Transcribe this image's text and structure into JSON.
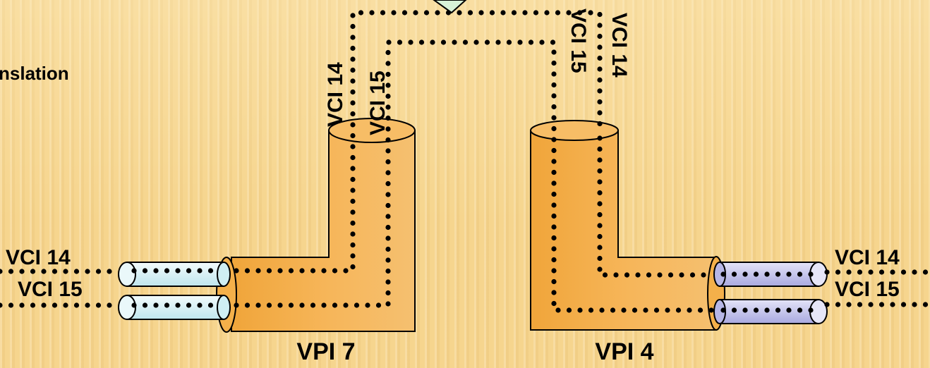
{
  "slide": {
    "title_fragment": "nslation"
  },
  "tunnels": [
    {
      "vpi_label": "VPI 7",
      "vci_labels": [
        "VCI 14",
        "VCI 15"
      ]
    },
    {
      "vpi_label": "VPI 4",
      "vci_labels": [
        "VCI 14",
        "VCI 15"
      ]
    }
  ],
  "colors": {
    "tunnel_fill": "#f2a941",
    "tunnel_top": "#f6b454",
    "left_pipe_fill": "#dff3f6",
    "right_pipe_fill": "#c8c8ee",
    "switch_fill": "#d8f2d8"
  }
}
